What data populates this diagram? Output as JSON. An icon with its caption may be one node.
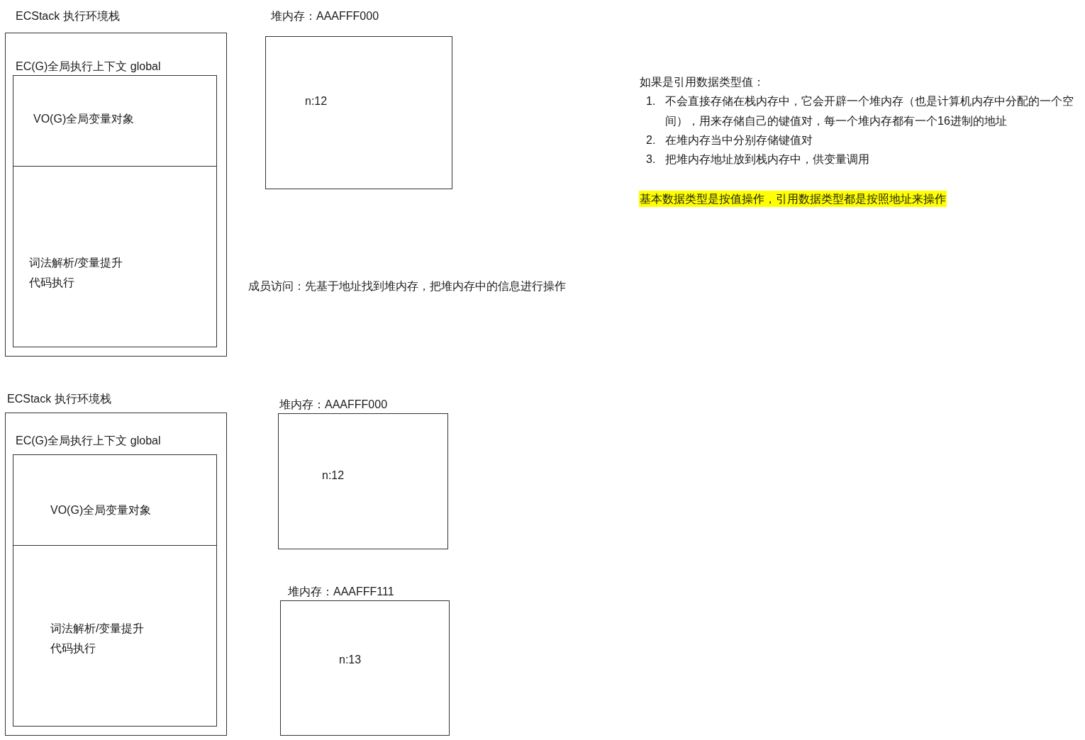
{
  "diagram": {
    "nodes": [
      {
        "text": [
          "ECStack 执行环境栈"
        ]
      },
      {
        "text": [
          "EC(G)全局执行上下文 global"
        ],
        "in": 0
      },
      {
        "text": [
          "VO(G)全局变量对象"
        ],
        "in": 1
      },
      {
        "text": [
          "词法解析/变量提升",
          "代码执行"
        ],
        "in": 1
      },
      {
        "text": [
          "堆内存：AAAFFF000",
          "n:12"
        ]
      },
      {
        "text": [
          "ECStack 执行环境栈"
        ]
      },
      {
        "text": [
          "EC(G)全局执行上下文 global"
        ],
        "in": 5
      },
      {
        "text": [
          "VO(G)全局变量对象"
        ],
        "in": 6
      },
      {
        "text": [
          "词法解析/变量提升",
          "代码执行"
        ],
        "in": 6
      },
      {
        "text": [
          "堆内存：AAAFFF000",
          "n:12"
        ]
      },
      {
        "text": [
          "堆内存：AAAFFF111",
          "n:13"
        ]
      }
    ],
    "labels": [
      "如果是引用数据类型值：",
      "1.",
      "不会直接存储在栈内存中，它会开辟一个堆内存（也是计算机内存中分配的一个空间），用来存储自己的键值对，每一个堆内存都有一个16进制的地址",
      "2.",
      "在堆内存当中分别存储键值对",
      "3.",
      "把堆内存地址放到栈内存中，供变量调用",
      "基本数据类型是按值操作，引用数据类型都是按照地址来操作",
      "成员访问：先基于地址找到堆内存，把堆内存中的信息进行操作"
    ]
  }
}
